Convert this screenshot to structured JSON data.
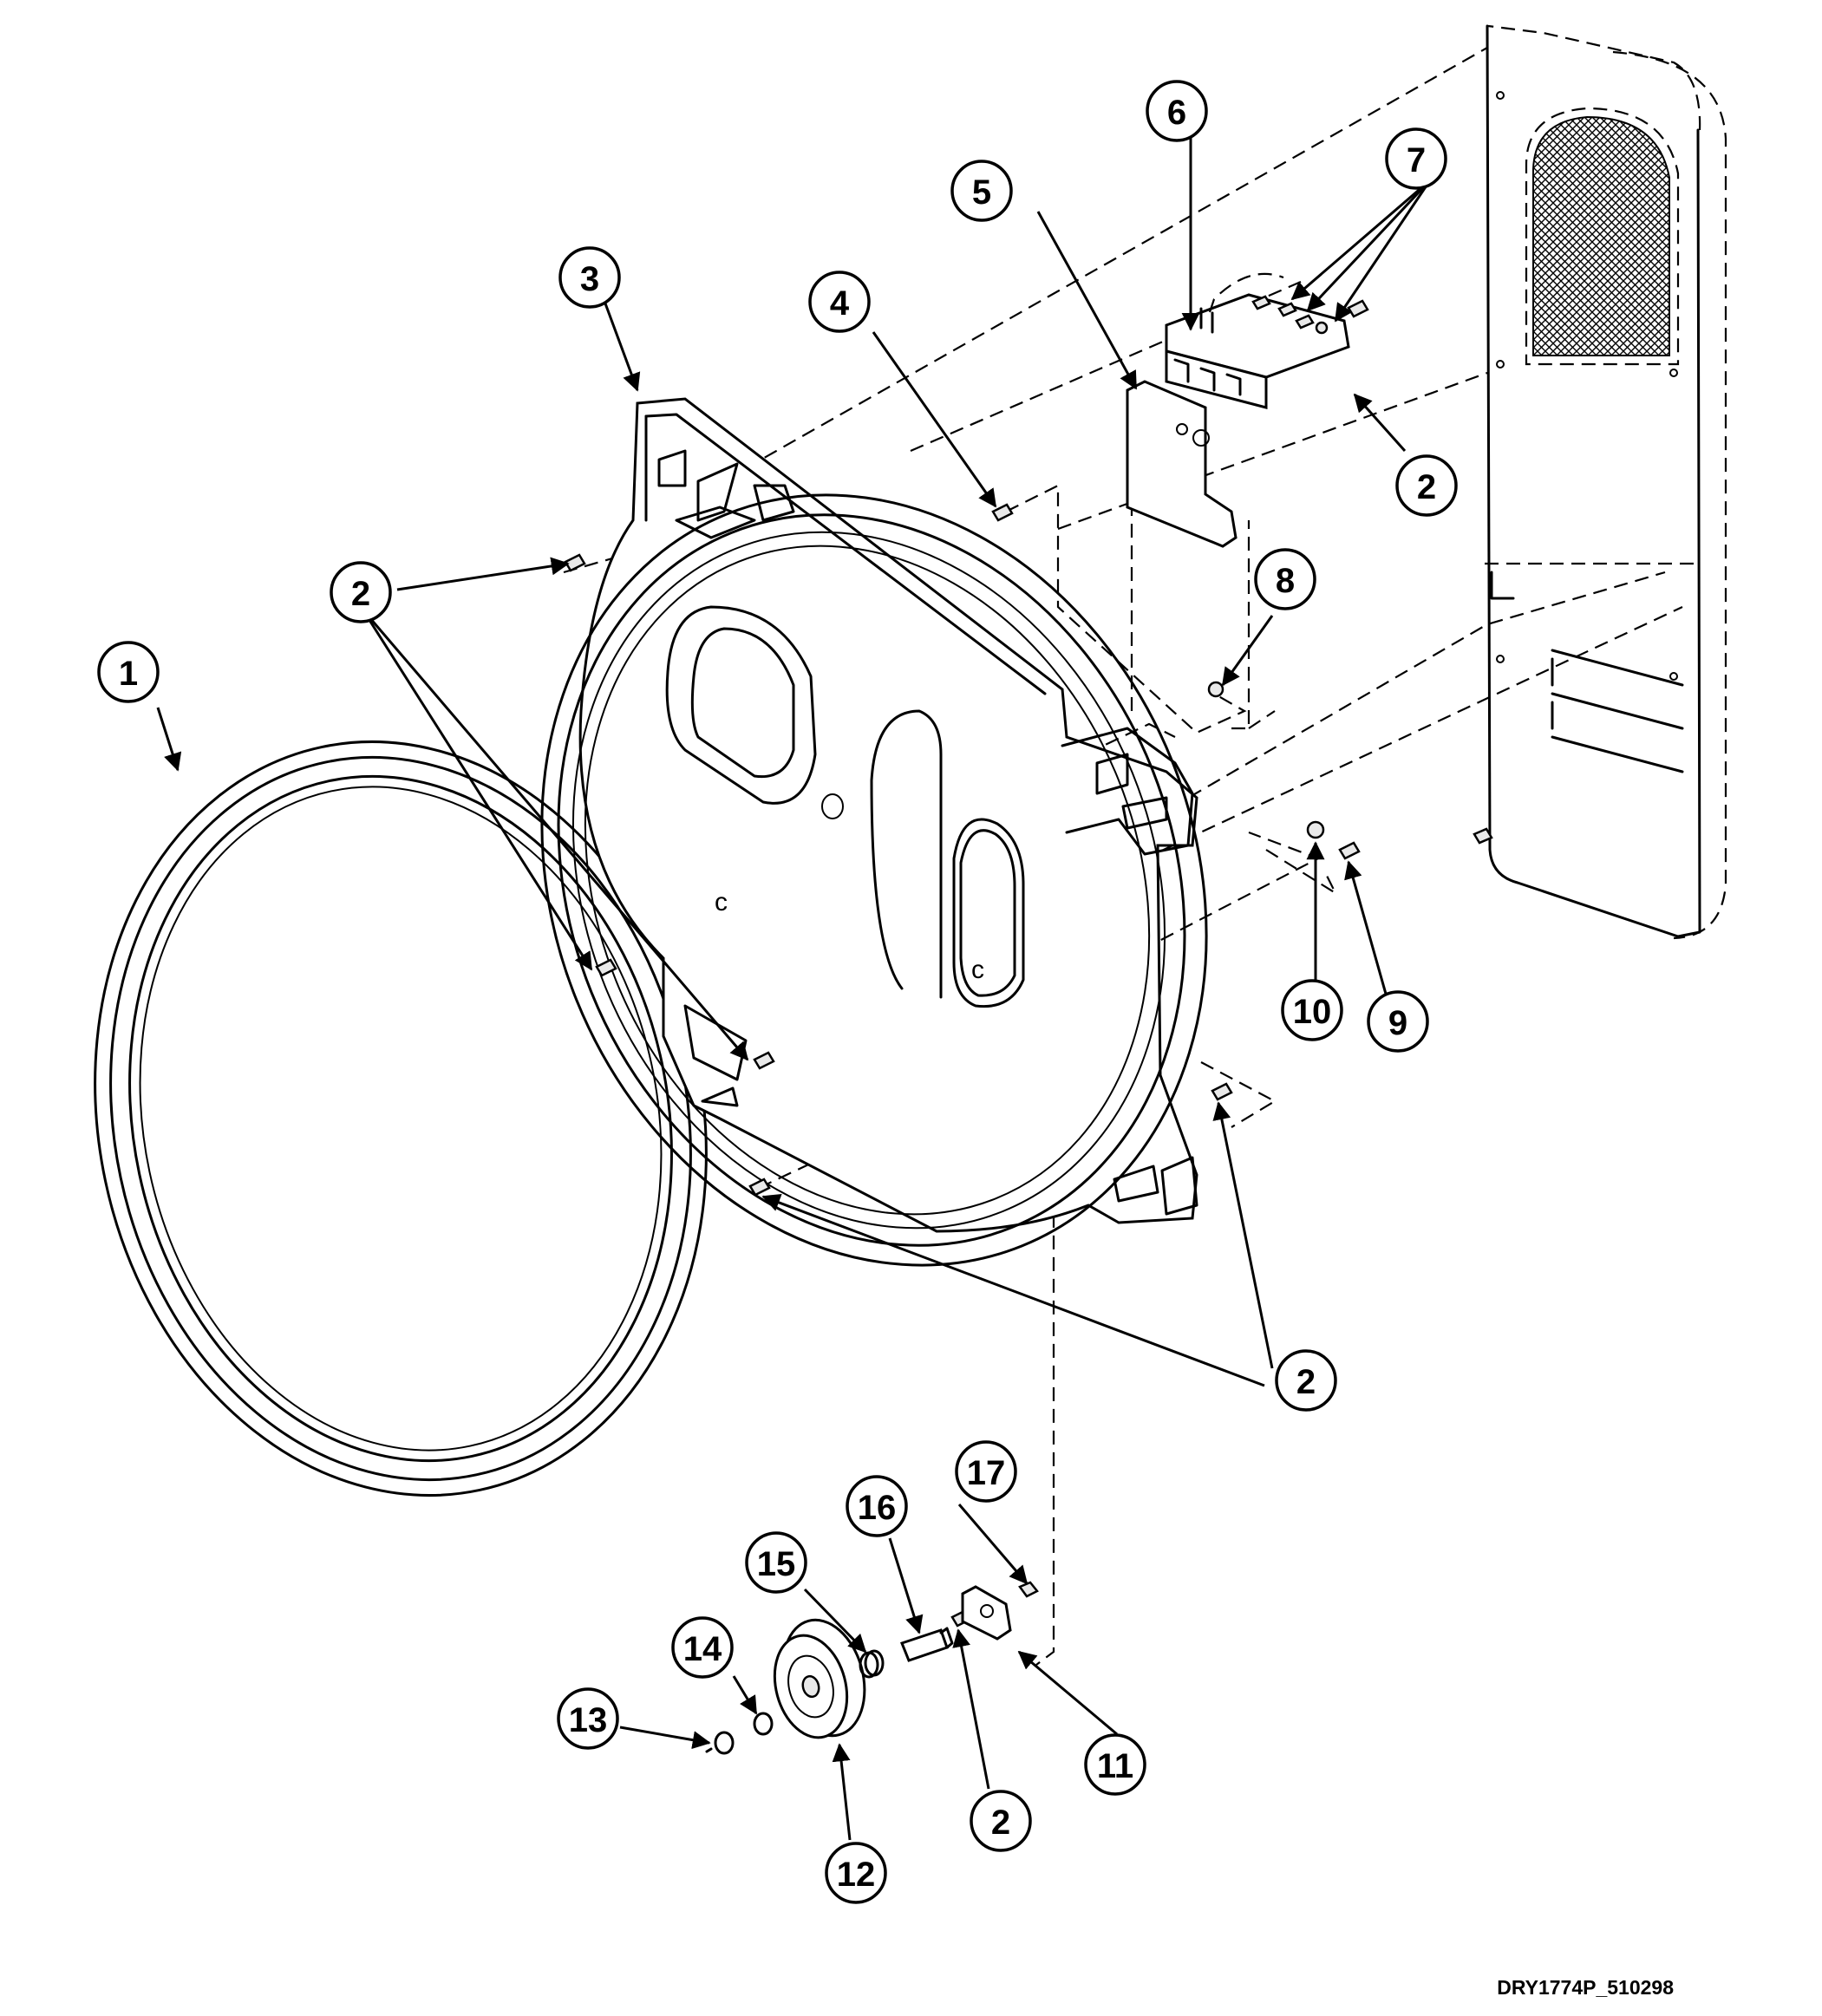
{
  "diagram": {
    "drawing_code": "DRY1774P_510298",
    "callouts": [
      "1",
      "2",
      "3",
      "4",
      "5",
      "6",
      "7",
      "8",
      "9",
      "10",
      "11",
      "12",
      "13",
      "14",
      "15",
      "16",
      "17"
    ]
  }
}
